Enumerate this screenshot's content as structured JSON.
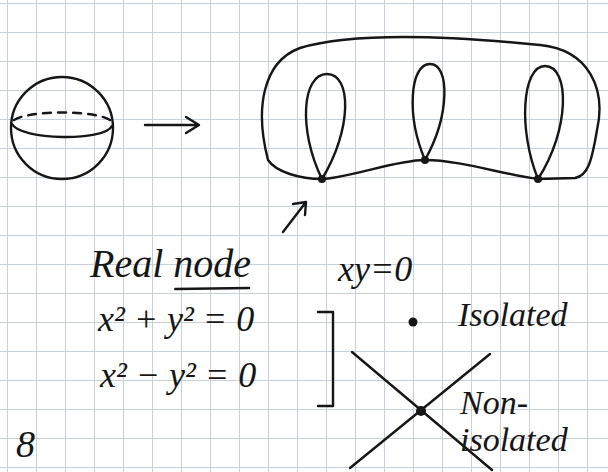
{
  "diagram": {
    "labels": [
      "Real node",
      "xy=0",
      "x² + y² = 0",
      "x² − y² = 0",
      "Isolated",
      "Non- isolated",
      "8"
    ]
  }
}
